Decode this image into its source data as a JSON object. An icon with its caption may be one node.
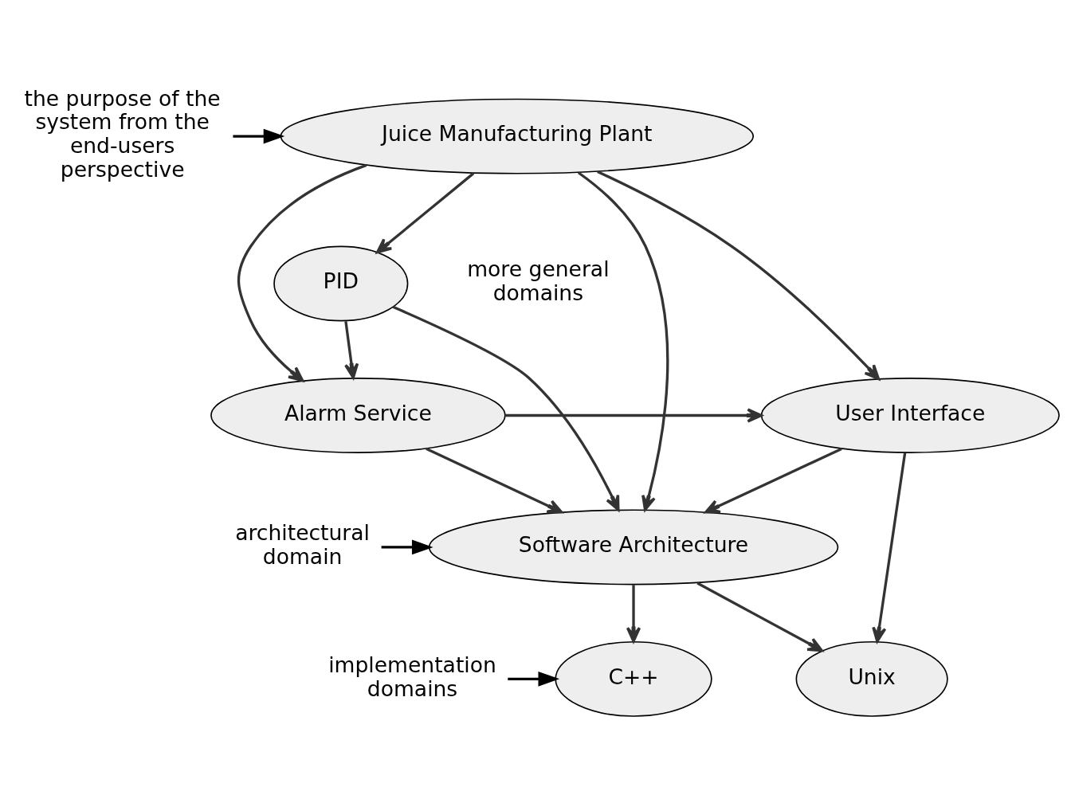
{
  "diagram": {
    "nodes": [
      {
        "text": [
          "the purpose of the system from the end-users perspective"
        ]
      },
      {
        "text": [
          "Juice Manufacturing Plant"
        ]
      },
      {
        "text": [
          "PID"
        ]
      },
      {
        "text": [
          "Alarm Service"
        ]
      },
      {
        "text": [
          "User Interface"
        ]
      },
      {
        "text": [
          "Software Architecture"
        ]
      },
      {
        "text": [
          "architectural domain"
        ]
      },
      {
        "text": [
          "implementation domains"
        ]
      },
      {
        "text": [
          "Unix"
        ]
      },
      {
        "text": [
          "C++"
        ]
      }
    ],
    "edges": [
      {
        "from": 0,
        "to": 1,
        "arrow": "to"
      },
      {
        "from": 1,
        "to": 4,
        "arrow": "to"
      },
      {
        "from": 1,
        "to": 5,
        "arrow": "to"
      },
      {
        "from": 1,
        "to": 3,
        "arrow": "to"
      },
      {
        "from": 1,
        "to": 2,
        "arrow": "to"
      },
      {
        "from": 2,
        "to": 3,
        "arrow": "to"
      },
      {
        "from": 2,
        "to": 5,
        "arrow": "to"
      },
      {
        "from": 3,
        "to": 4,
        "arrow": "to"
      },
      {
        "from": 3,
        "to": 5,
        "arrow": "to"
      },
      {
        "from": 4,
        "to": 5,
        "arrow": "to"
      },
      {
        "from": 4,
        "to": 8,
        "arrow": "to"
      },
      {
        "from": 5,
        "to": 8,
        "arrow": "to"
      },
      {
        "from": 5,
        "to": 9,
        "arrow": "to"
      },
      {
        "from": 6,
        "to": 5,
        "arrow": "to"
      },
      {
        "from": 7,
        "to": 9,
        "arrow": "to"
      }
    ],
    "labels": [
      "more general domains"
    ]
  }
}
